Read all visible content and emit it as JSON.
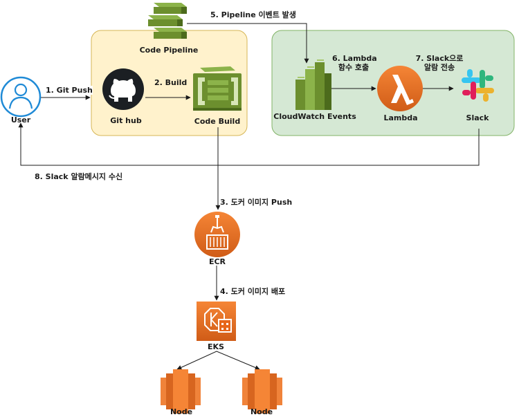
{
  "nodes": {
    "user": "User",
    "code_pipeline": "Code Pipeline",
    "git_hub": "Git hub",
    "code_build": "Code Build",
    "cloudwatch": "CloudWatch Events",
    "lambda": "Lambda",
    "slack": "Slack",
    "ecr": "ECR",
    "eks": "EKS",
    "node_left": "Node",
    "node_right": "Node"
  },
  "edges": {
    "git_push": "1. Git Push",
    "build": "2. Build",
    "docker_push": "3. 도커 이미지 Push",
    "deploy": "4. 도커 이미지 배포",
    "pipeline_event": "5. Pipeline 이벤트 발생",
    "lambda_call_line1": "6. Lambda",
    "lambda_call_line2": "함수 호출",
    "slack_send_line1": "7. Slack으로",
    "slack_send_line2": "알람 전송",
    "slack_receive": "8.  Slack 알람메시지 수신"
  },
  "colors": {
    "pipeline_group_fill": "#fff2cc",
    "pipeline_group_stroke": "#d6b656",
    "event_group_fill": "#d5e8d4",
    "event_group_stroke": "#82b366",
    "aws_green": "#6c8f2e",
    "aws_orange": "#e7661a",
    "github_dark": "#1b1f23"
  }
}
